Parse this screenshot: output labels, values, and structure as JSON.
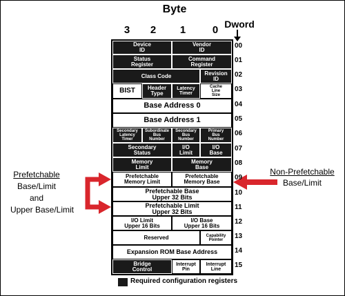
{
  "header": {
    "byte_label": "Byte",
    "dword_label": "Dword",
    "byte_numbers": [
      "3",
      "2",
      "1",
      "0"
    ]
  },
  "rows": [
    {
      "number": "00",
      "cells": [
        {
          "text": "Device\nID",
          "dark": true
        },
        {
          "text": "Vendor\nID",
          "dark": true
        }
      ]
    },
    {
      "number": "01",
      "cells": [
        {
          "text": "Status\nRegister",
          "dark": true
        },
        {
          "text": "Command\nRegister",
          "dark": true
        }
      ]
    },
    {
      "number": "02",
      "cells": [
        {
          "text": "Class Code",
          "dark": true
        },
        {
          "text": "Revision\nID",
          "dark": true
        }
      ]
    },
    {
      "number": "03",
      "cells": [
        {
          "text": "BIST",
          "dark": false
        },
        {
          "text": "Header\nType",
          "dark": true
        },
        {
          "text": "Latency\nTimer",
          "dark": true
        },
        {
          "text": "Cache\nLine\nSize",
          "dark": false
        }
      ]
    },
    {
      "number": "04",
      "cells": [
        {
          "text": "Base Address 0",
          "dark": false
        }
      ]
    },
    {
      "number": "05",
      "cells": [
        {
          "text": "Base Address 1",
          "dark": false
        }
      ]
    },
    {
      "number": "06",
      "cells": [
        {
          "text": "Secondary\nLatency\nTimer",
          "dark": true
        },
        {
          "text": "Subordinate\nBus\nNumber",
          "dark": true
        },
        {
          "text": "Secondary\nBus\nNumber",
          "dark": true
        },
        {
          "text": "Primary\nBus\nNumber",
          "dark": true
        }
      ]
    },
    {
      "number": "07",
      "cells": [
        {
          "text": "Secondary\nStatus",
          "dark": true
        },
        {
          "text": "I/O\nLimit",
          "dark": true
        },
        {
          "text": "I/O\nBase",
          "dark": true
        }
      ]
    },
    {
      "number": "08",
      "cells": [
        {
          "text": "Memory\nLimit",
          "dark": true
        },
        {
          "text": "Memory\nBase",
          "dark": true
        }
      ]
    },
    {
      "number": "09",
      "cells": [
        {
          "text": "Prefetchable\nMemory Limit",
          "dark": false
        },
        {
          "text": "Prefetchable\nMemory Base",
          "dark": false
        }
      ]
    },
    {
      "number": "10",
      "cells": [
        {
          "text": "Prefetchable Base\nUpper 32 Bits",
          "dark": false
        }
      ]
    },
    {
      "number": "11",
      "cells": [
        {
          "text": "Prefetchable Limit\nUpper 32 Bits",
          "dark": false
        }
      ]
    },
    {
      "number": "12",
      "cells": [
        {
          "text": "I/O Limit\nUpper 16 Bits",
          "dark": false
        },
        {
          "text": "I/O Base\nUpper 16 Bits",
          "dark": false
        }
      ]
    },
    {
      "number": "13",
      "cells": [
        {
          "text": "Reserved",
          "dark": false
        },
        {
          "text": "Capability\nPointer",
          "dark": false
        }
      ]
    },
    {
      "number": "14",
      "cells": [
        {
          "text": "Expansion ROM Base Address",
          "dark": false
        }
      ]
    },
    {
      "number": "15",
      "cells": [
        {
          "text": "Bridge\nControl",
          "dark": true
        },
        {
          "text": "Interrupt\nPin",
          "dark": false
        },
        {
          "text": "Interrupt\nLine",
          "dark": false
        }
      ]
    }
  ],
  "annotations": {
    "non_prefetchable": {
      "title": "Non-Prefetchable",
      "subtitle": "Base/Limit"
    },
    "prefetchable": {
      "title": "Prefetchable",
      "lines": [
        "Base/Limit",
        "and",
        "Upper Base/Limit"
      ]
    }
  },
  "legend": {
    "label": "Required configuration registers",
    "swatch_color": "#1a1a1a"
  },
  "colors": {
    "dark_cell": "#1a1a1a",
    "arrow": "#d9262c"
  }
}
